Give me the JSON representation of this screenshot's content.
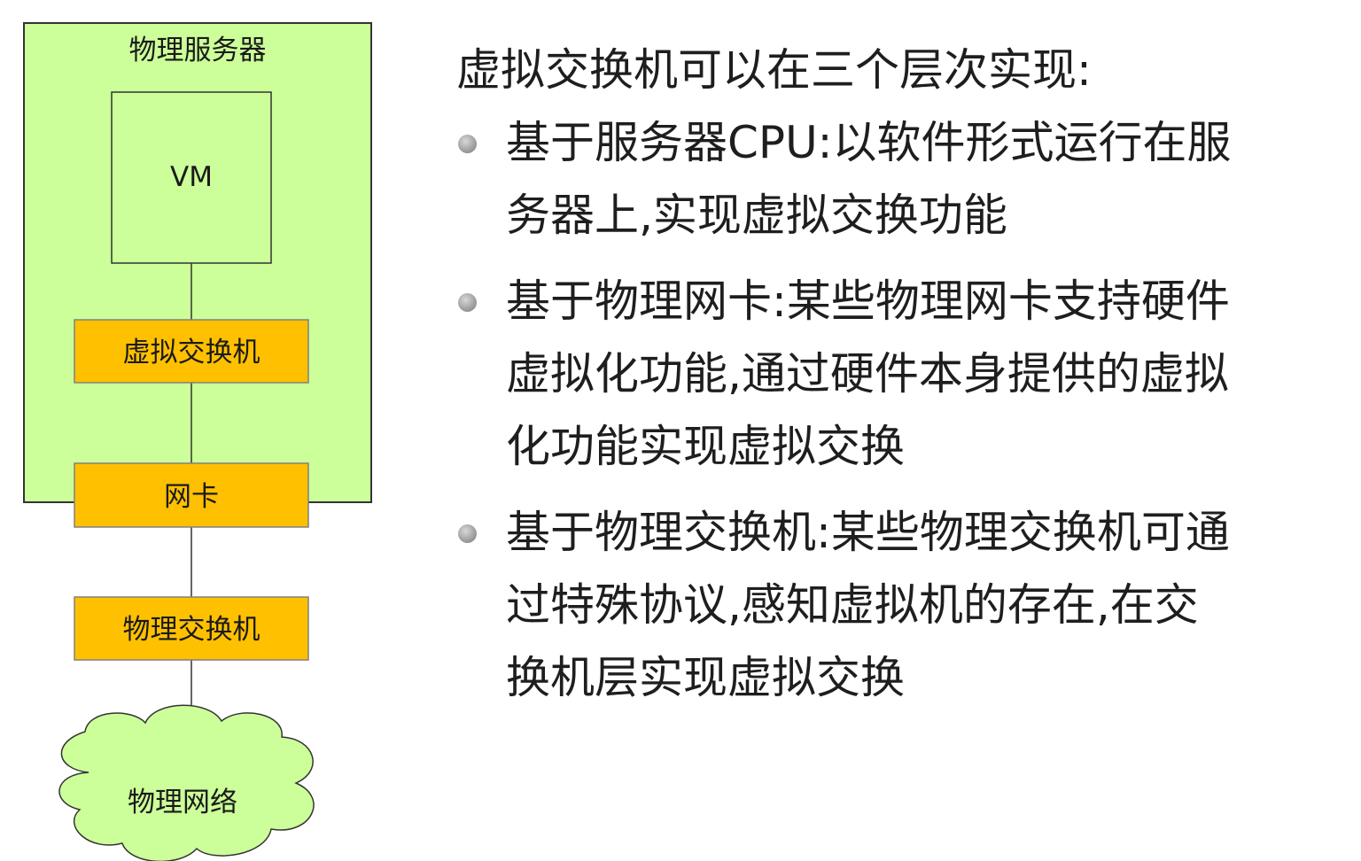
{
  "diagram": {
    "server_label": "物理服务器",
    "vm_label": "VM",
    "vswitch_label": "虚拟交换机",
    "nic_label": "网卡",
    "pswitch_label": "物理交换机",
    "network_label": "物理网络",
    "colors": {
      "server_fill": "#ccff99",
      "box_fill": "#ffc000",
      "cloud_fill": "#ccff99",
      "line": "#333333"
    }
  },
  "content": {
    "heading": "虚拟交换机可以在三个层次实现:",
    "bullets": [
      {
        "lines": [
          "基于服务器CPU:以软件形式运行在服",
          "务器上,实现虚拟交换功能"
        ]
      },
      {
        "lines": [
          "基于物理网卡:某些物理网卡支持硬件",
          "虚拟化功能,通过硬件本身提供的虚拟",
          "化功能实现虚拟交换"
        ]
      },
      {
        "lines": [
          "基于物理交换机:某些物理交换机可通",
          "过特殊协议,感知虚拟机的存在,在交",
          "换机层实现虚拟交换"
        ]
      }
    ]
  }
}
